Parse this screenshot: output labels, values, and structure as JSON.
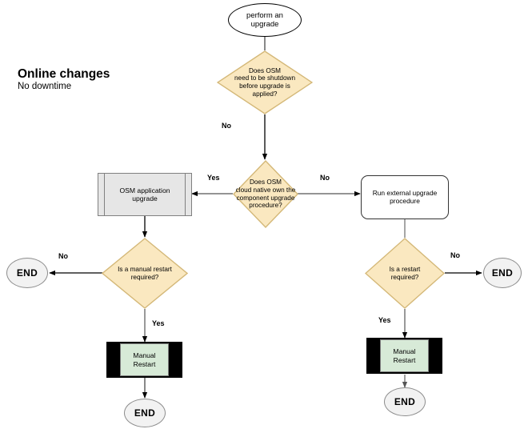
{
  "diagram": {
    "title": "Online changes",
    "subtitle": "No downtime",
    "palette": {
      "decision_fill": "#fae8c0",
      "decision_stroke": "#d4b878",
      "process_gray_fill": "#e6e6e6",
      "process_gray_stroke": "#808080",
      "restart_fill": "#d7ead7",
      "restart_bar": "#000000",
      "end_fill": "#f2f2f2",
      "end_stroke": "#8c8c8c",
      "edge_stroke": "#000000",
      "canvas_bg": "#ffffff"
    },
    "nodes": {
      "start": {
        "label": "perform an\nupgrade",
        "shape": "oval"
      },
      "decision_shutdown": {
        "label": "Does OSM\nneed to be shutdown\nbefore upgrade is\napplied?",
        "shape": "diamond"
      },
      "decision_cloud_native": {
        "label": "Does OSM\ncloud native own the\ncomponent upgrade\nprocedure?",
        "shape": "diamond"
      },
      "osm_application_upgrade": {
        "label": "OSM application\nupgrade",
        "shape": "predefined-process"
      },
      "run_external_procedure": {
        "label": "Run external  upgrade\nprocedure",
        "shape": "rounded-process"
      },
      "decision_manual_restart": {
        "label": "Is a manual restart\nrequired?",
        "shape": "diamond"
      },
      "decision_restart": {
        "label": "Is a restart\nrequired?",
        "shape": "diamond"
      },
      "manual_restart_left": {
        "label": "Manual\nRestart",
        "shape": "predefined-process"
      },
      "manual_restart_right": {
        "label": "Manual\nRestart",
        "shape": "predefined-process"
      },
      "end_left": {
        "label": "END",
        "shape": "oval"
      },
      "end_right": {
        "label": "END",
        "shape": "oval"
      },
      "end_bottom_left": {
        "label": "END",
        "shape": "oval"
      },
      "end_bottom_right": {
        "label": "END",
        "shape": "oval"
      }
    },
    "edge_labels": {
      "shutdown_no": "No",
      "cloud_native_yes": "Yes",
      "cloud_native_no": "No",
      "manual_restart_no": "No",
      "manual_restart_yes": "Yes",
      "restart_no": "No",
      "restart_yes": "Yes"
    }
  }
}
